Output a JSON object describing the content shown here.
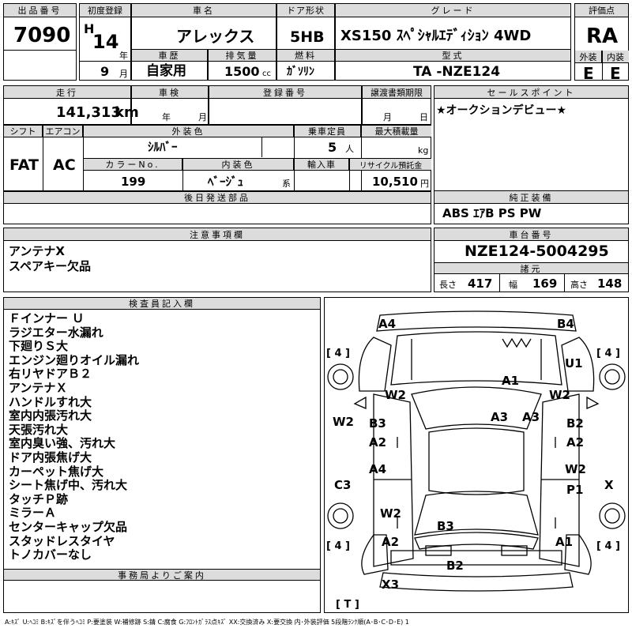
{
  "header": {
    "lot_label": "出品番号",
    "lot_no": "7090",
    "first_reg_label": "初度登録",
    "era": "H",
    "year": "14",
    "year_unit": "年",
    "month": "9",
    "month_unit": "月",
    "car_name_label": "車名",
    "car_name": "アレックス",
    "door_label": "ドア形状",
    "door": "5HB",
    "grade_label": "グレード",
    "grade": "XS150 ｽﾍﾟｼｬﾙｴﾃﾞｨｼｮﾝ 4WD",
    "score_label": "評価点",
    "score": "RA",
    "history_label": "車歴",
    "history": "自家用",
    "displacement_label": "排気量",
    "displacement": "1500",
    "displacement_unit": "cc",
    "fuel_label": "燃料",
    "fuel": "ｶﾞｿﾘﾝ",
    "model_label": "型式",
    "model": "TA -NZE124",
    "ext_label": "外装",
    "ext": "E",
    "int_label": "内装",
    "int": "E"
  },
  "row2": {
    "mileage_label": "走行",
    "mileage": "141,313",
    "mileage_unit": "km",
    "inspection_label": "車検",
    "insp_year_unit": "年",
    "insp_month_unit": "月",
    "reg_no_label": "登録番号",
    "transfer_label": "譲渡書類期限",
    "transfer_month_unit": "月",
    "transfer_day_unit": "日",
    "sales_label": "セールスポイント",
    "sales_text": "★オークションデビュー★"
  },
  "row3": {
    "shift_label": "シフト",
    "shift": "FAT",
    "ac_label": "エアコン",
    "ac": "AC",
    "color_label": "外装色",
    "color": "ｼﾙﾊﾞｰ",
    "capacity_label": "乗車定員",
    "capacity": "5",
    "capacity_unit": "人",
    "load_label": "最大積載量",
    "load_unit": "kg",
    "color_no_label": "カラーNo.",
    "color_no": "199",
    "interior_color_label": "内装色",
    "interior_color": "ﾍﾞｰｼﾞｭ",
    "interior_suffix": "系",
    "import_label": "輸入車",
    "recycle_label": "リサイクル預託金",
    "recycle": "10,510",
    "recycle_unit": "円"
  },
  "later_parts_label": "後日発送部品",
  "equipment": {
    "label": "純正装備",
    "value": "ABS ｴｱB PS PW"
  },
  "notes": {
    "label": "注意事項欄",
    "line1": "アンテナX",
    "line2": "スペアキー欠品"
  },
  "chassis": {
    "label": "車台番号",
    "value": "NZE124-5004295",
    "dims_label": "諸元",
    "length_label": "長さ",
    "length": "417",
    "width_label": "幅",
    "width": "169",
    "height_label": "高さ",
    "height": "148"
  },
  "inspector": {
    "label": "検査員記入欄",
    "items": [
      "Ｆインナー Ｕ",
      "ラジエター水漏れ",
      "下廻りＳ大",
      "エンジン廻りオイル漏れ",
      "右リヤドアＢ２",
      "アンテナＸ",
      "ハンドルすれ大",
      "室内内張汚れ大",
      "天張汚れ大",
      "室内臭い強、汚れ大",
      "ドア内張焦げ大",
      "カーペット焦げ大",
      "シート焦げ中、汚れ大",
      "タッチＰ跡",
      "ミラーＡ",
      "センターキャップ欠品",
      "スタッドレスタイヤ",
      "トノカバーなし"
    ]
  },
  "office_label": "事務局よりご案内",
  "diagram": {
    "marks": {
      "a4_top": "A4",
      "b4_top": "B4",
      "u1": "U1",
      "a1_hood": "A1",
      "w2_fl": "W2",
      "w2_fr": "W2",
      "a3_a": "A3",
      "a3_b": "A3",
      "w2_l": "W2",
      "b3_l": "B3",
      "a2_l1": "A2",
      "b2_r": "B2",
      "a2_r1": "A2",
      "a4_ld": "A4",
      "w2_r2": "W2",
      "p1": "P1",
      "c3": "C3",
      "x_r": "X",
      "w2_rl": "W2",
      "b3_roof": "B3",
      "a2_rl": "A2",
      "a1_rr": "A1",
      "b2_bumper": "B2",
      "x3": "X3"
    },
    "tires": {
      "fl": "[ 4 ]",
      "fr": "[ 4 ]",
      "rl": "[ 4 ]",
      "rr": "[ 4 ]",
      "spare": "[ T ]"
    },
    "tire_numbers": {
      "fl": "4",
      "fr": "4",
      "rl": "4",
      "rr": "4",
      "spare": "T"
    }
  },
  "legend": "A:ｷｽﾞ U:ﾍｺﾐ B:ｷｽﾞを伴うﾍｺﾐ P:要塗装 W:補修跡 S:錆 C:腐食 G:ﾌﾛﾝﾄｶﾞﾗｽ点ｷｽﾞ XX:交換済み X:要交換 内･外装評価 5段階ﾗﾝｸ順(A･B･C･D･E) 1"
}
